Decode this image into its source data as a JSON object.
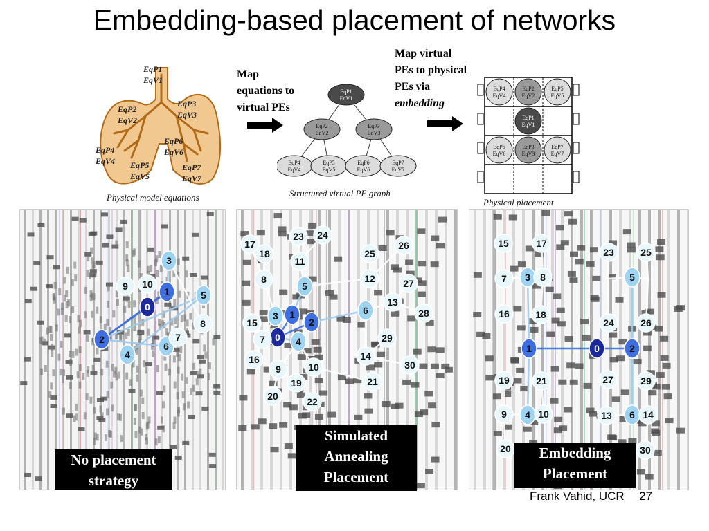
{
  "title": "Embedding-based placement of networks",
  "lung": {
    "labels": [
      {
        "text": "EqP1\nEqV1"
      },
      {
        "text": "EqP2\nEqV2"
      },
      {
        "text": "EqP3\nEqV3"
      },
      {
        "text": "EqP4\nEqV4"
      },
      {
        "text": "EqP5\nEqV5"
      },
      {
        "text": "EqP6\nEqV6"
      },
      {
        "text": "EqP7\nEqV7"
      }
    ],
    "caption": "Physical model equations"
  },
  "map_equations_text": "Map\nequations to\nvirtual PEs",
  "graph": {
    "nodes": [
      {
        "p": "EqP1",
        "v": "EqV1",
        "shade": "#4a4a4a",
        "text": "#ffffff"
      },
      {
        "p": "EqP2",
        "v": "EqV2",
        "shade": "#9a9a9a",
        "text": "#111111"
      },
      {
        "p": "EqP3",
        "v": "EqV3",
        "shade": "#9a9a9a",
        "text": "#111111"
      },
      {
        "p": "EqP4",
        "v": "EqV4",
        "shade": "#dcdcdc",
        "text": "#111111"
      },
      {
        "p": "EqP5",
        "v": "EqV5",
        "shade": "#dcdcdc",
        "text": "#111111"
      },
      {
        "p": "EqP6",
        "v": "EqV6",
        "shade": "#dcdcdc",
        "text": "#111111"
      },
      {
        "p": "EqP7",
        "v": "EqV7",
        "shade": "#dcdcdc",
        "text": "#111111"
      }
    ],
    "caption": "Structured virtual PE graph"
  },
  "map_virtual_text": {
    "line1": "Map virtual",
    "line2": "PEs to physical",
    "line3": "PEs via",
    "line4": "embedding"
  },
  "placement": {
    "cells": [
      {
        "p": "EqP4",
        "v": "EqV4",
        "shade": "#dcdcdc",
        "text": "#111111"
      },
      {
        "p": "EqP2",
        "v": "EqV2",
        "shade": "#9a9a9a",
        "text": "#111111"
      },
      {
        "p": "EqP5",
        "v": "EqV5",
        "shade": "#dcdcdc",
        "text": "#111111"
      },
      {
        "p": "",
        "v": "",
        "shade": "",
        "text": ""
      },
      {
        "p": "EqP1",
        "v": "EqV1",
        "shade": "#4a4a4a",
        "text": "#ffffff"
      },
      {
        "p": "",
        "v": "",
        "shade": "",
        "text": ""
      },
      {
        "p": "EqP6",
        "v": "EqV6",
        "shade": "#dcdcdc",
        "text": "#111111"
      },
      {
        "p": "EqP3",
        "v": "EqV3",
        "shade": "#9a9a9a",
        "text": "#111111"
      },
      {
        "p": "EqP7",
        "v": "EqV7",
        "shade": "#dcdcdc",
        "text": "#111111"
      },
      {
        "p": "",
        "v": "",
        "shade": "",
        "text": ""
      },
      {
        "p": "",
        "v": "",
        "shade": "",
        "text": ""
      },
      {
        "p": "",
        "v": "",
        "shade": "",
        "text": ""
      }
    ],
    "caption": "Physical placement"
  },
  "panels": {
    "none": {
      "badge": "No placement\nstrategy",
      "nodes": [
        "0",
        "1",
        "2",
        "3",
        "4",
        "5",
        "6",
        "7",
        "8",
        "9",
        "10"
      ],
      "edges": [
        [
          "0",
          "1"
        ],
        [
          "0",
          "2"
        ],
        [
          "1",
          "3"
        ],
        [
          "1",
          "2"
        ],
        [
          "2",
          "5"
        ],
        [
          "2",
          "6"
        ],
        [
          "3",
          "8"
        ],
        [
          "4",
          "5"
        ],
        [
          "6",
          "7"
        ]
      ]
    },
    "annealing": {
      "badge": "Simulated\nAnnealing\nPlacement",
      "nodes": [
        "0",
        "1",
        "2",
        "3",
        "4",
        "5",
        "6",
        "7",
        "8",
        "9",
        "10",
        "11",
        "12",
        "13",
        "14",
        "15",
        "16",
        "17",
        "18",
        "19",
        "20",
        "21",
        "22",
        "23",
        "24",
        "25",
        "26",
        "27",
        "28",
        "29",
        "30"
      ],
      "edges": [
        [
          "0",
          "1"
        ],
        [
          "0",
          "2"
        ],
        [
          "1",
          "3"
        ],
        [
          "0",
          "4"
        ],
        [
          "1",
          "5"
        ],
        [
          "2",
          "6"
        ],
        [
          "3",
          "7"
        ],
        [
          "3",
          "8"
        ],
        [
          "4",
          "9"
        ],
        [
          "4",
          "10"
        ],
        [
          "5",
          "11"
        ],
        [
          "5",
          "12"
        ],
        [
          "6",
          "13"
        ],
        [
          "6",
          "14"
        ],
        [
          "7",
          "15"
        ],
        [
          "7",
          "16"
        ],
        [
          "8",
          "17"
        ],
        [
          "8",
          "18"
        ],
        [
          "9",
          "19"
        ],
        [
          "9",
          "20"
        ],
        [
          "10",
          "21"
        ],
        [
          "10",
          "22"
        ],
        [
          "11",
          "23"
        ],
        [
          "11",
          "24"
        ],
        [
          "12",
          "25"
        ],
        [
          "12",
          "26"
        ],
        [
          "13",
          "27"
        ],
        [
          "13",
          "28"
        ],
        [
          "14",
          "29"
        ],
        [
          "14",
          "30"
        ]
      ]
    },
    "embedding": {
      "badge": "Embedding\nPlacement",
      "nodes": [
        "0",
        "1",
        "2",
        "3",
        "4",
        "5",
        "6",
        "7",
        "8",
        "9",
        "10",
        "13",
        "14",
        "15",
        "16",
        "17",
        "18",
        "19",
        "20",
        "21",
        "23",
        "24",
        "25",
        "26",
        "27",
        "29",
        "30"
      ],
      "edges": [
        [
          "0",
          "1"
        ],
        [
          "0",
          "2"
        ],
        [
          "1",
          "3"
        ],
        [
          "1",
          "4"
        ],
        [
          "2",
          "5"
        ],
        [
          "2",
          "6"
        ],
        [
          "3",
          "7"
        ],
        [
          "3",
          "8"
        ],
        [
          "4",
          "9"
        ],
        [
          "4",
          "10"
        ],
        [
          "5",
          "11"
        ],
        [
          "5",
          "12"
        ],
        [
          "6",
          "13"
        ],
        [
          "6",
          "14"
        ],
        [
          "7",
          "15"
        ],
        [
          "8",
          "17"
        ],
        [
          "7",
          "16"
        ],
        [
          "8",
          "18"
        ],
        [
          "9",
          "19"
        ],
        [
          "10",
          "21"
        ],
        [
          "9",
          "20"
        ],
        [
          "11",
          "23"
        ],
        [
          "12",
          "25"
        ],
        [
          "11",
          "24"
        ],
        [
          "12",
          "26"
        ],
        [
          "13",
          "27"
        ],
        [
          "14",
          "29"
        ],
        [
          "14",
          "30"
        ]
      ]
    }
  },
  "footer": {
    "author": "Frank Vahid, UCR",
    "page": "27"
  },
  "colors": {
    "lung_fill": "#f2c891",
    "lung_stroke": "#b06a18",
    "node_dark": "#1d2a9e",
    "node_mid": "#3f6ee0",
    "node_light": "#9fd3f2",
    "node_pale": "#e8f7fb",
    "edge_blue": "#3c6fe0",
    "edge_light": "#9ecbee"
  }
}
